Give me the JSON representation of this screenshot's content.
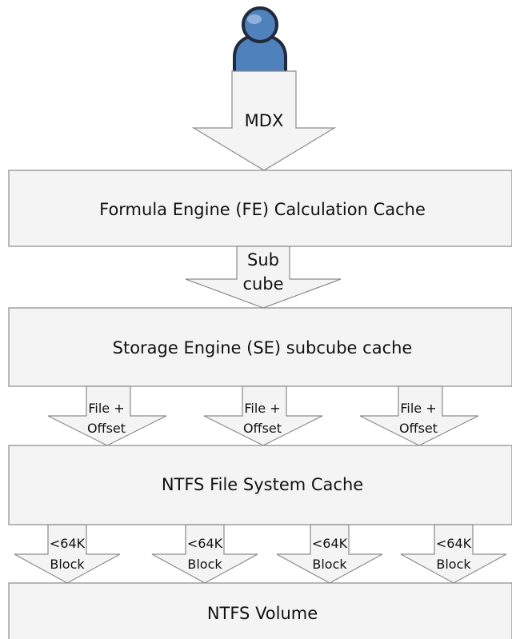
{
  "colors": {
    "box_fill": "#f4f4f4",
    "box_stroke": "#8a8a8a",
    "arrow_fill": "#f4f4f4",
    "arrow_stroke": "#8a8a8a",
    "user_body": "#4f81bd",
    "user_outline": "#1f2a3a",
    "text": "#111111"
  },
  "icons": {
    "user": "user-icon"
  },
  "boxes": [
    {
      "name": "formula-engine-box",
      "label": "Formula Engine (FE) Calculation Cache"
    },
    {
      "name": "storage-engine-box",
      "label": "Storage Engine (SE) subcube cache"
    },
    {
      "name": "ntfs-cache-box",
      "label": "NTFS File System Cache"
    },
    {
      "name": "ntfs-volume-box",
      "label": "NTFS Volume"
    }
  ],
  "arrows": {
    "mdx": {
      "label": [
        "MDX"
      ]
    },
    "subcube": {
      "label": [
        "Sub",
        "cube"
      ]
    },
    "file_offset": [
      {
        "label": [
          "File +",
          "Offset"
        ]
      },
      {
        "label": [
          "File +",
          "Offset"
        ]
      },
      {
        "label": [
          "File +",
          "Offset"
        ]
      }
    ],
    "block": [
      {
        "label": [
          "<64K",
          "Block"
        ]
      },
      {
        "label": [
          "<64K",
          "Block"
        ]
      },
      {
        "label": [
          "<64K",
          "Block"
        ]
      },
      {
        "label": [
          "<64K",
          "Block"
        ]
      }
    ]
  }
}
